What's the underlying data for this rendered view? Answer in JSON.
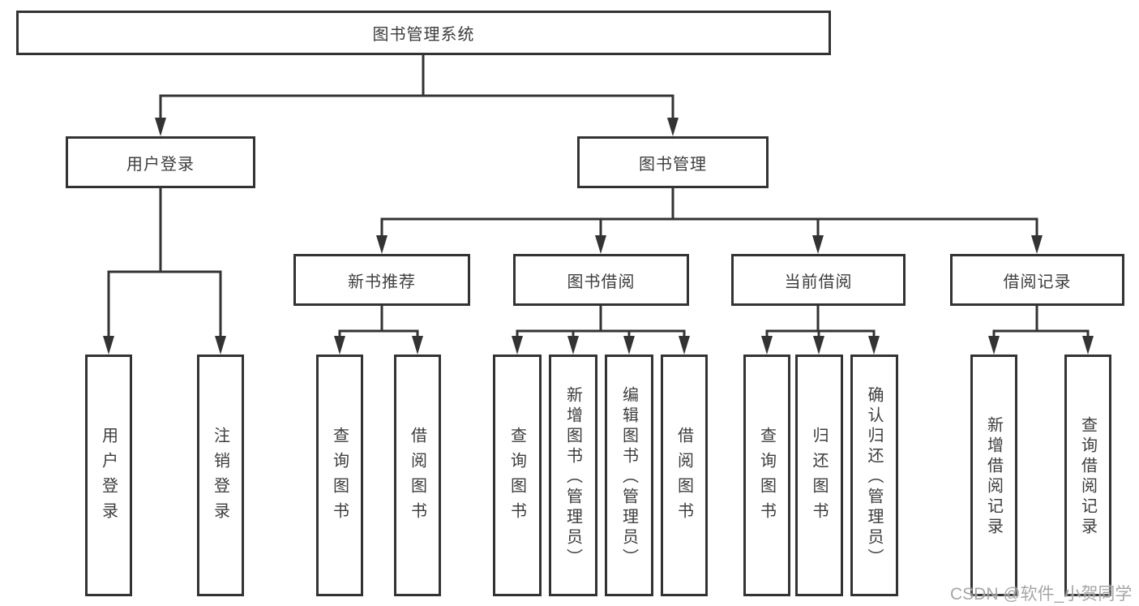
{
  "diagram": {
    "root": {
      "label": "图书管理系统"
    },
    "level2": [
      {
        "label": "用户登录"
      },
      {
        "label": "图书管理"
      }
    ],
    "level3": [
      {
        "label": "新书推荐"
      },
      {
        "label": "图书借阅"
      },
      {
        "label": "当前借阅"
      },
      {
        "label": "借阅记录"
      }
    ],
    "leaf_groups": [
      {
        "parent": "用户登录",
        "items": [
          "用户登录",
          "注销登录"
        ]
      },
      {
        "parent": "新书推荐",
        "items": [
          "查询图书",
          "借阅图书"
        ]
      },
      {
        "parent": "图书借阅",
        "items": [
          "查询图书",
          "新增图书（管理员）",
          "编辑图书（管理员）",
          "借阅图书"
        ]
      },
      {
        "parent": "当前借阅",
        "items": [
          "查询图书",
          "归还图书",
          "确认归还（管理员）"
        ]
      },
      {
        "parent": "借阅记录",
        "items": [
          "新增借阅记录",
          "查询借阅记录"
        ]
      }
    ]
  },
  "watermark": "CSDN @软件_小贺同学",
  "colors": {
    "line": "#333333",
    "text": "#3d3d3d",
    "watermark": "#969696",
    "background": "#ffffff"
  }
}
